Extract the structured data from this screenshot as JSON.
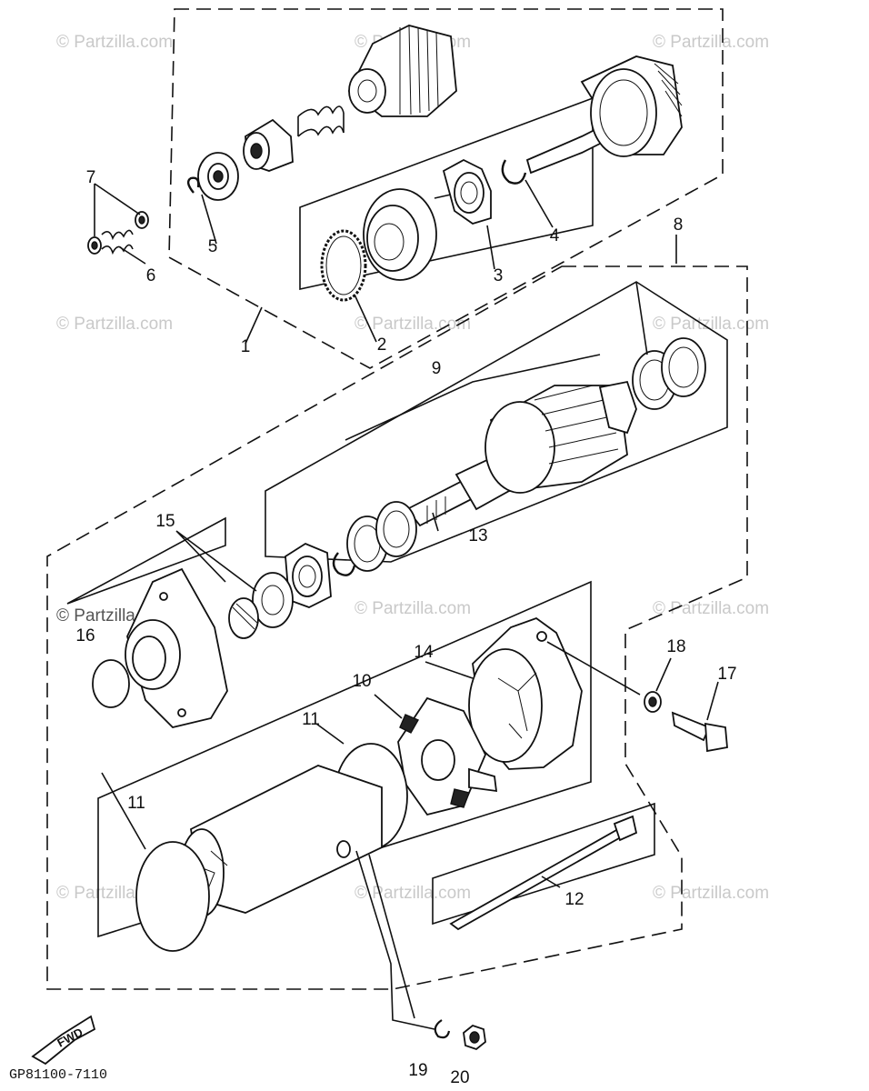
{
  "watermark": "© Partzilla.com",
  "diagram_code": "GP81100-7110",
  "fwd_label": "FWD",
  "callouts": {
    "c1": "1",
    "c2": "2",
    "c3": "3",
    "c4": "4",
    "c5": "5",
    "c6": "6",
    "c7": "7",
    "c8": "8",
    "c9": "9",
    "c10": "10",
    "c11a": "11",
    "c11b": "11",
    "c12": "12",
    "c13": "13",
    "c14": "14",
    "c15": "15",
    "c16": "16",
    "c17": "17",
    "c18": "18",
    "c19": "19",
    "c20": "20"
  }
}
